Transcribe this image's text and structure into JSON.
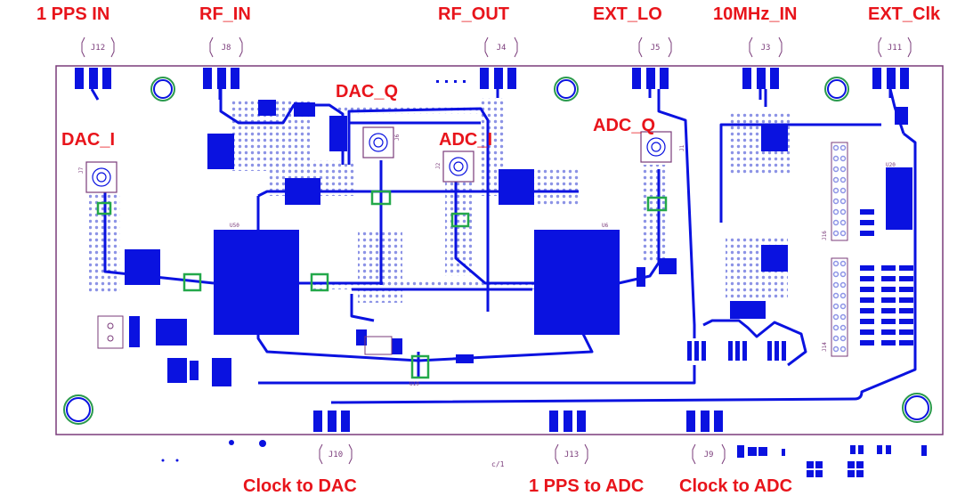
{
  "labels": {
    "pps_in": "1 PPS IN",
    "rf_in": "RF_IN",
    "rf_out": "RF_OUT",
    "ext_lo": "EXT_LO",
    "tenmhz_in": "10MHz_IN",
    "ext_clk": "EXT_Clk",
    "dac_q": "DAC_Q",
    "dac_i": "DAC_I",
    "adc_i": "ADC_I",
    "adc_q": "ADC_Q",
    "clock_to_dac": "Clock to DAC",
    "pps_to_adc": "1 PPS to ADC",
    "clock_to_adc": "Clock to ADC"
  },
  "connector_refs": {
    "j12": "J12",
    "j8": "J8",
    "j4": "J4",
    "j5": "J5",
    "j3": "J3",
    "j11": "J11",
    "j10": "J10",
    "j13": "J13",
    "j9": "J9",
    "j6": "J6",
    "j7": "J7",
    "j1": "J1",
    "j2": "J2"
  },
  "silk_text": {
    "u50": "U50",
    "u6": "U6",
    "u20": "U20",
    "u19": "U19",
    "j16": "J16",
    "j14": "J14",
    "footer": "c/1"
  },
  "colors": {
    "label_red": "#e8141b",
    "copper_blue": "#0a12e0",
    "via_blue": "#8c93e6",
    "pad_green": "#23a84a",
    "outline_purple": "#7a3b7a",
    "hole_green": "#2a9a4c"
  }
}
